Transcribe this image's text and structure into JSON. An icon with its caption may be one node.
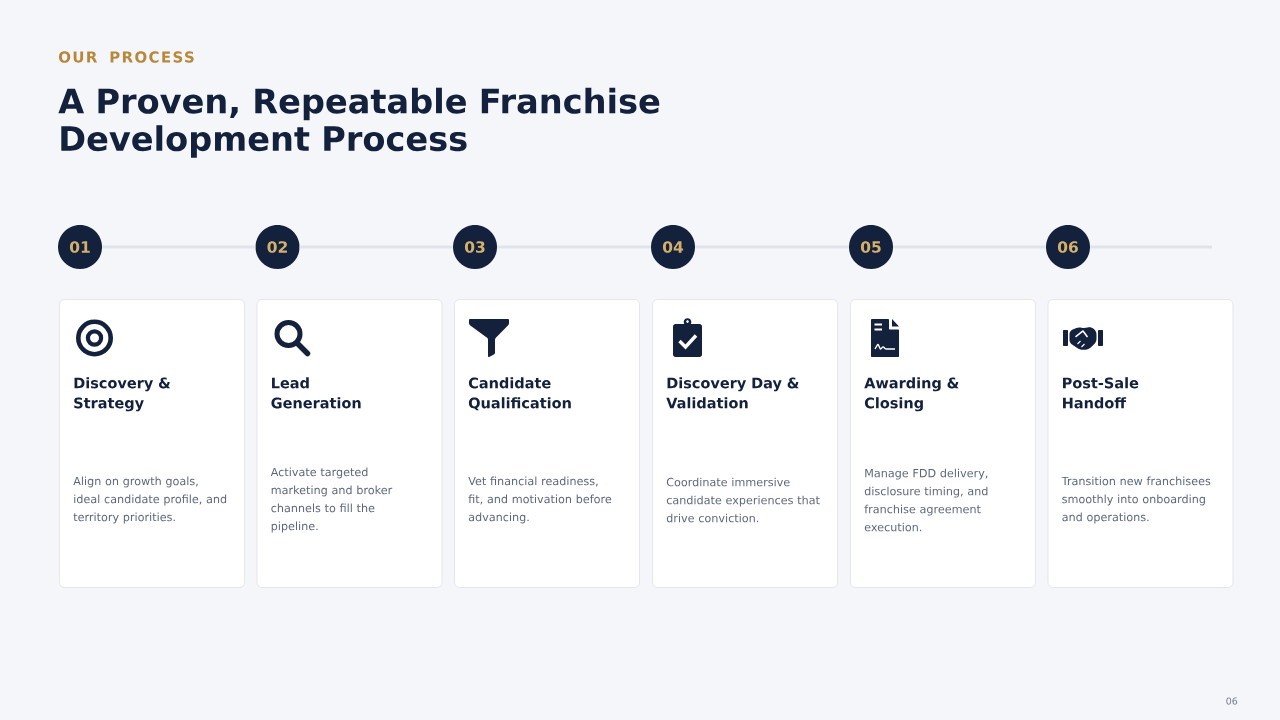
{
  "diagram": {
    "title": "A Proven, Repeatable Franchise Development Process",
    "nodes": [
      {
        "text": [
          "01"
        ]
      },
      {
        "text": [
          "02"
        ]
      },
      {
        "text": [
          "03"
        ]
      },
      {
        "text": [
          "04"
        ]
      },
      {
        "text": [
          "05"
        ]
      },
      {
        "text": [
          "06"
        ]
      },
      {
        "text": [
          "Discovery & Strategy",
          "Align on growth goals, ideal candidate profile, and territory priorities."
        ]
      },
      {
        "text": [
          "Lead Generation",
          "Activate targeted marketing and broker channels to fill the pipeline."
        ]
      },
      {
        "text": [
          "Candidate Qualification",
          "Vet financial readiness, fit, and motivation before advancing."
        ]
      },
      {
        "text": [
          "Discovery Day & Validation",
          "Coordinate immersive candidate experiences that drive conviction."
        ]
      },
      {
        "text": [
          "Awarding & Closing",
          "Manage FDD delivery, disclosure timing, and franchise agreement execution."
        ]
      },
      {
        "text": [
          "Post-Sale Handoff",
          "Transition new franchisees smoothly into onboarding and operations."
        ]
      }
    ],
    "edges": [
      {
        "from": 0,
        "to": 1,
        "arrow": "none"
      },
      {
        "from": 1,
        "to": 2,
        "arrow": "none"
      },
      {
        "from": 2,
        "to": 3,
        "arrow": "none"
      },
      {
        "from": 3,
        "to": 4,
        "arrow": "none"
      },
      {
        "from": 4,
        "to": 5,
        "arrow": "none"
      },
      {
        "from": 5,
        "to": null,
        "arrow": "none"
      }
    ],
    "labels": [
      "OUR PROCESS",
      "06"
    ]
  }
}
